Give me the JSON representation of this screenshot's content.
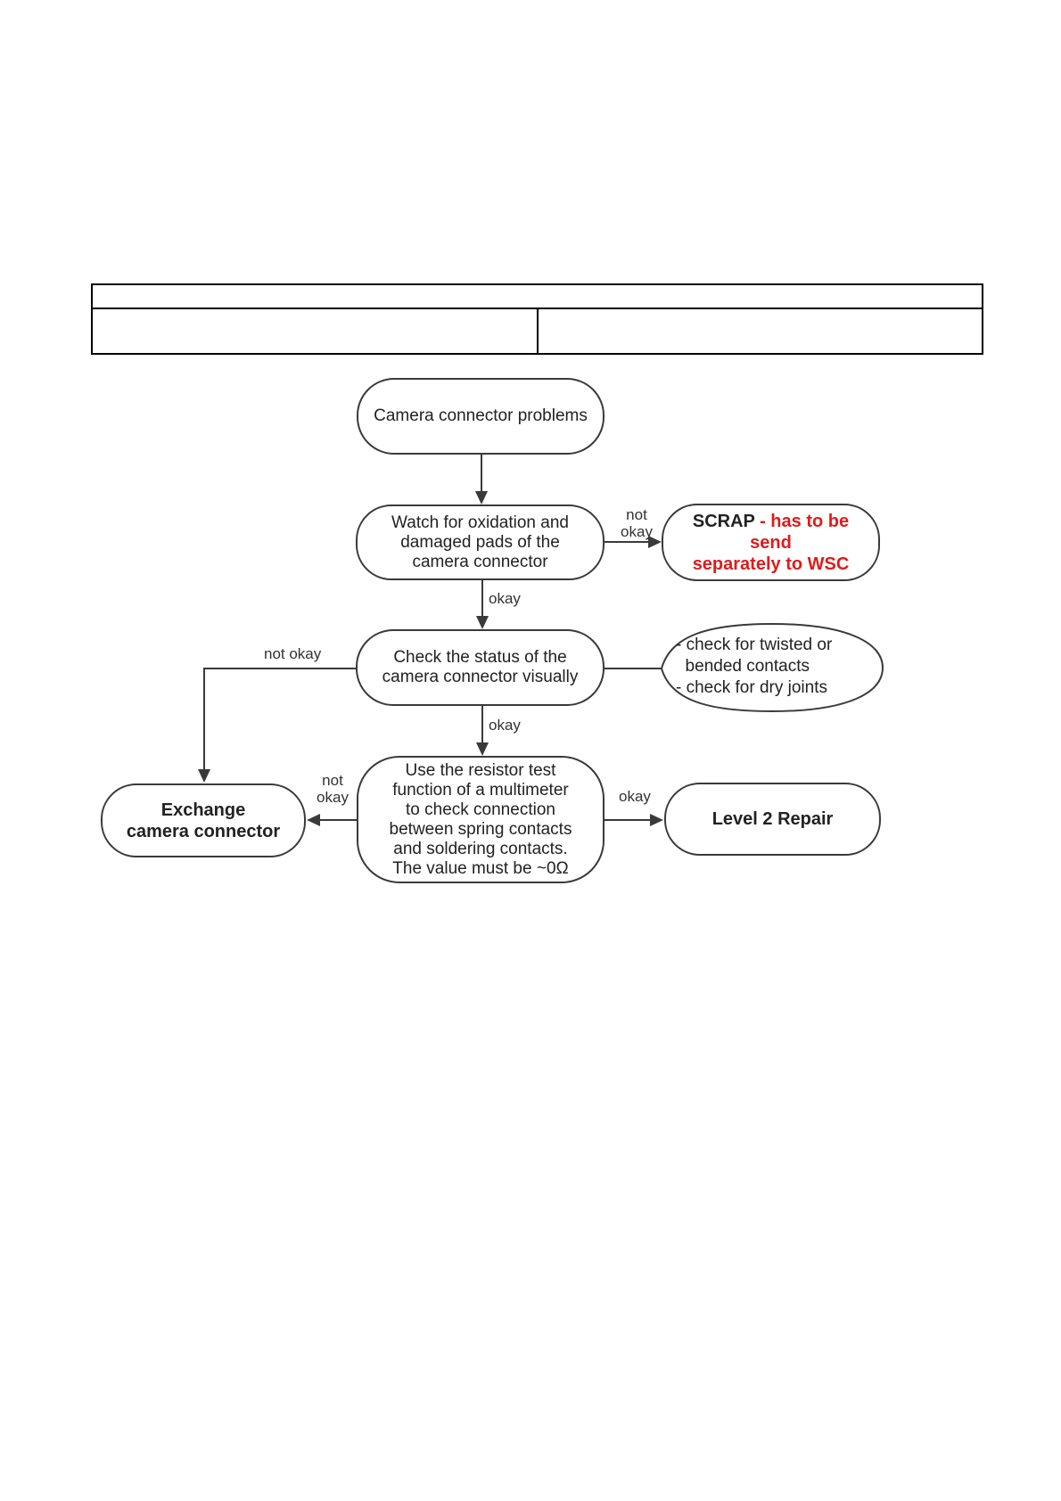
{
  "colors": {
    "line": "#3a3a3a",
    "text": "#222222",
    "red": "#e01b1b",
    "tborder": "#000000"
  },
  "header_table": {
    "rows": [
      {
        "cells": [
          ""
        ]
      },
      {
        "cells": [
          "",
          ""
        ]
      }
    ]
  },
  "flowchart": {
    "start": {
      "text": "Camera connector problems"
    },
    "watch": {
      "lines": [
        "Watch for oxidation and",
        "damaged pads of the",
        "camera connector"
      ]
    },
    "scrap": {
      "title": "SCRAP",
      "line1_rest": " - has to be send",
      "line2": "separately to WSC"
    },
    "check_visual": {
      "lines": [
        "Check the status of the",
        "camera connector visually"
      ]
    },
    "side_note": {
      "lines": [
        "- check for twisted or",
        "  bended contacts",
        "- check for dry joints"
      ]
    },
    "resistor_test": {
      "lines": [
        "Use the resistor test",
        "function of a multimeter",
        "to check connection",
        "between spring contacts",
        "and soldering contacts.",
        "The value must be ~0Ω"
      ]
    },
    "exchange": {
      "lines": [
        "Exchange",
        "camera connector"
      ]
    },
    "level2": {
      "text": "Level 2 Repair"
    },
    "labels": {
      "okay": "okay",
      "not_okay": "not okay",
      "not_okay_stacked": [
        "not",
        "okay"
      ]
    }
  }
}
